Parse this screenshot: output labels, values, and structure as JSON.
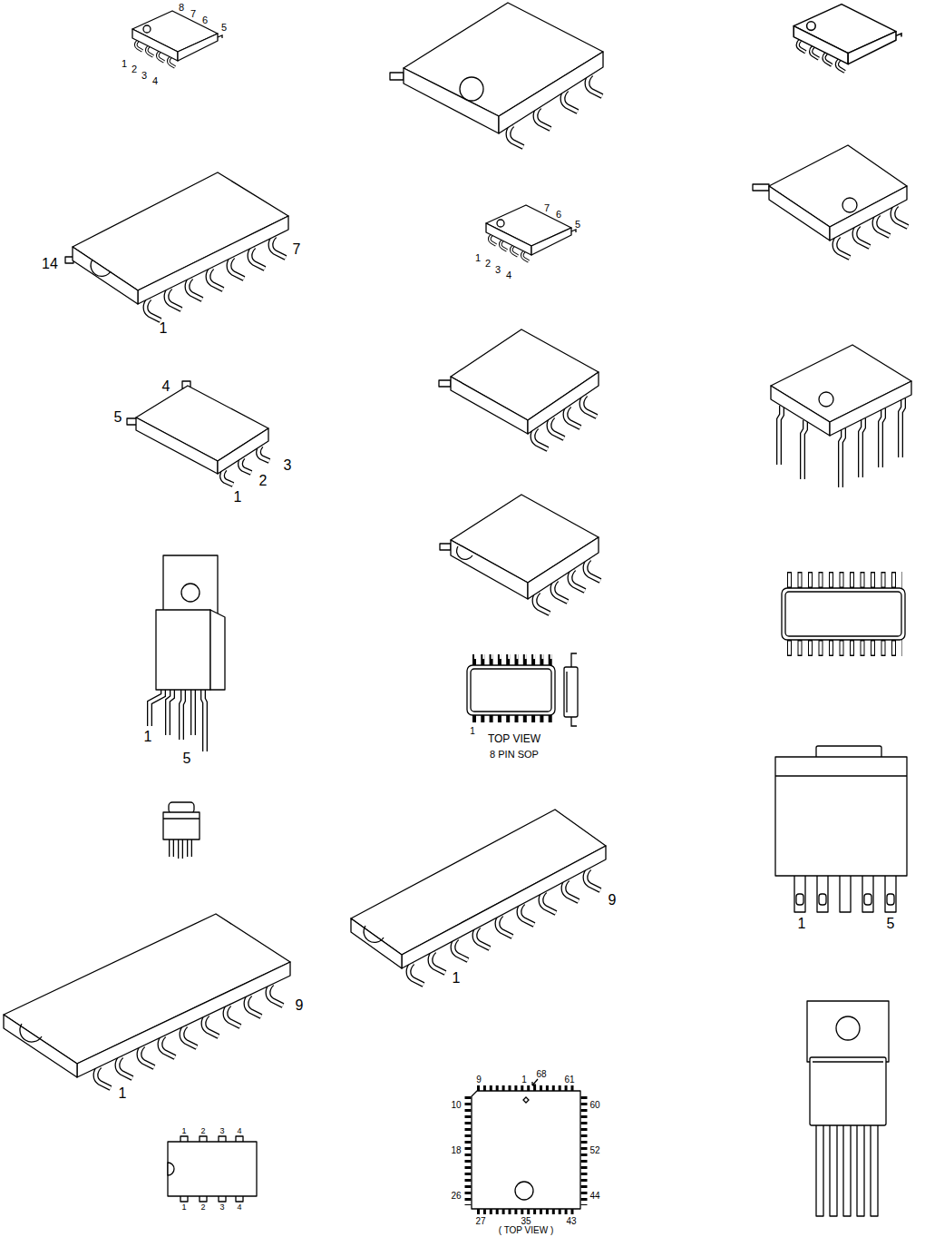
{
  "diagram": {
    "labels": [
      "8",
      "7",
      "6",
      "5",
      "1",
      "2",
      "3",
      "4",
      "7",
      "6",
      "5",
      "1",
      "2",
      "3",
      "4",
      "14",
      "7",
      "1",
      "4",
      "5",
      "1",
      "2",
      "3",
      "1",
      "5",
      "1",
      "TOP VIEW",
      "8 PIN SOP",
      "1",
      "5",
      "9",
      "1",
      "9",
      "1",
      "9",
      "1",
      "68",
      "61",
      "10",
      "60",
      "18",
      "52",
      "26",
      "44",
      "27",
      "35",
      "43",
      "( TOP VIEW )",
      "1",
      "2",
      "3",
      "4",
      "1",
      "2",
      "3",
      "4"
    ]
  }
}
